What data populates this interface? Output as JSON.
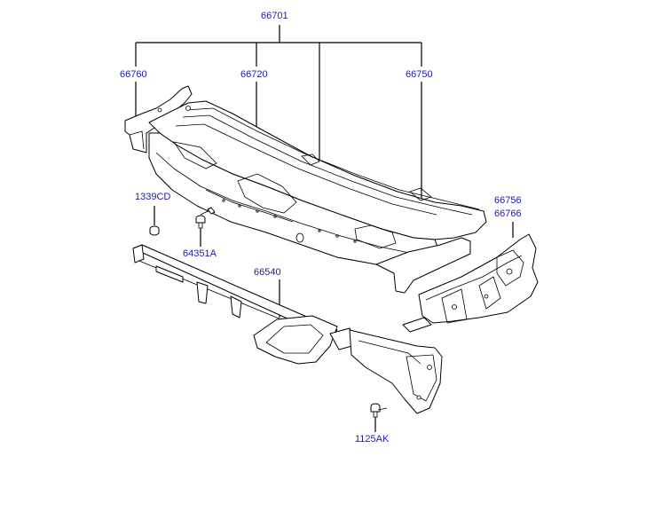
{
  "labels": {
    "assembly": "66701",
    "cowl_left": "66760",
    "cowl_panel": "66720",
    "cowl_right": "66750",
    "bracket_right": "66756",
    "bracket_right_alt": "66766",
    "nut": "1339CD",
    "bolt_upper": "64351A",
    "crossmember": "66540",
    "bolt_lower": "1125AK"
  },
  "colors": {
    "label": "#1b1bb0",
    "line": "#000000",
    "background": "#ffffff"
  }
}
